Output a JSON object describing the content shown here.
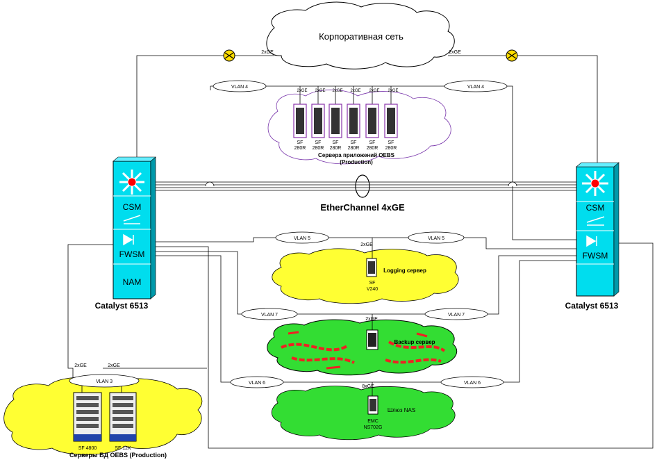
{
  "colors": {
    "cloud_yellow": "#ffff33",
    "cloud_green": "#33dd33",
    "cloud_red": "#ee2222",
    "switch_cyan": "#00ddee",
    "server_purple": "#8833aa",
    "line": "#000000"
  },
  "corporate_network": {
    "label": "Корпоративная сеть",
    "link_left": "2xGE",
    "link_right": "2xGE"
  },
  "app_servers": {
    "caption_line1": "Сервера приложений OEBS",
    "caption_line2": "(Production)",
    "vlan_left": "VLAN 4",
    "vlan_right": "VLAN 4",
    "uplinks": [
      "2xGE",
      "2xGE",
      "2xGE",
      "2xGE",
      "2xGE",
      "2xGE"
    ],
    "items": [
      {
        "line1": "SF",
        "line2": "280R"
      },
      {
        "line1": "SF",
        "line2": "280R"
      },
      {
        "line1": "SF",
        "line2": "280R"
      },
      {
        "line1": "SF",
        "line2": "280R"
      },
      {
        "line1": "SF",
        "line2": "280R"
      },
      {
        "line1": "SF",
        "line2": "280R"
      }
    ]
  },
  "etherchannel": {
    "label": "EtherChannel 4xGE"
  },
  "switch_left": {
    "name": "Catalyst 6513",
    "modules": [
      "CSM",
      "FWSM",
      "NAM"
    ]
  },
  "switch_right": {
    "name": "Catalyst 6513",
    "modules": [
      "CSM",
      "FWSM"
    ]
  },
  "logging": {
    "label": "Logging сервер",
    "server_line1": "SF",
    "server_line2": "V240",
    "uplink": "2xGE",
    "vlan_left": "VLAN 5",
    "vlan_right": "VLAN 5"
  },
  "backup": {
    "label": "Backup сервер",
    "uplink": "2xGE",
    "vlan_left": "VLAN 7",
    "vlan_right": "VLAN 7"
  },
  "nas": {
    "label": "Шлюз NAS",
    "server_line1": "EMC",
    "server_line2": "NS702G",
    "uplink": "8xGE",
    "vlan_left": "VLAN 6",
    "vlan_right": "VLAN 6"
  },
  "db_servers": {
    "caption": "Серверы БД OEBS (Production)",
    "vlan": "VLAN 3",
    "uplink_left": "2xGE",
    "uplink_right": "2xGE",
    "items": [
      {
        "label": "SF 4800"
      },
      {
        "label": "SF 12K"
      }
    ]
  }
}
